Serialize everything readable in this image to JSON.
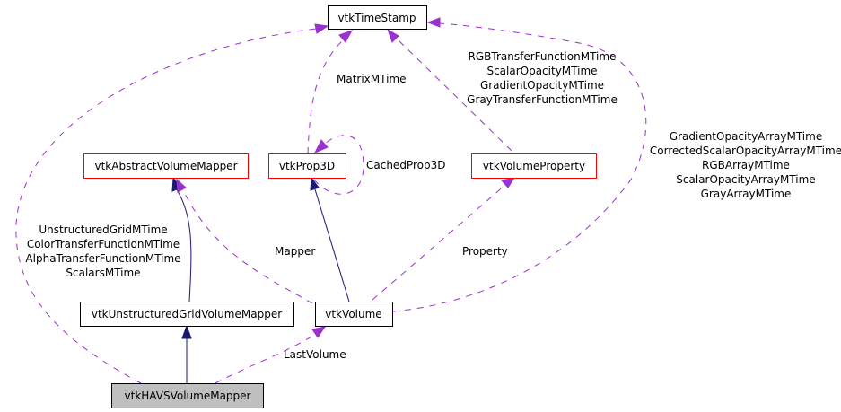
{
  "colors": {
    "usage_edge": "#9a32cd",
    "inherit_edge": "#191970",
    "undocumented_border": "#ff0000",
    "focus_fill": "#bfbfbf"
  },
  "nodes": {
    "timestamp": "vtkTimeStamp",
    "abstract_mapper": "vtkAbstractVolumeMapper",
    "prop3d": "vtkProp3D",
    "volume_property": "vtkVolumeProperty",
    "ug_mapper": "vtkUnstructuredGridVolumeMapper",
    "volume": "vtkVolume",
    "havs_mapper": "vtkHAVSVolumeMapper"
  },
  "edge_labels": {
    "matrix": "MatrixMTime",
    "cached_prop": "CachedProp3D",
    "property_times": [
      "RGBTransferFunctionMTime",
      "ScalarOpacityMTime",
      "GradientOpacityMTime",
      "GrayTransferFunctionMTime"
    ],
    "volume_times": [
      "GradientOpacityArrayMTime",
      "CorrectedScalarOpacityArrayMTime",
      "RGBArrayMTime",
      "ScalarOpacityArrayMTime",
      "GrayArrayMTime"
    ],
    "havs_times": [
      "UnstructuredGridMTime",
      "ColorTransferFunctionMTime",
      "AlphaTransferFunctionMTime",
      "ScalarsMTime"
    ],
    "mapper": "Mapper",
    "property": "Property",
    "last_volume": "LastVolume"
  }
}
